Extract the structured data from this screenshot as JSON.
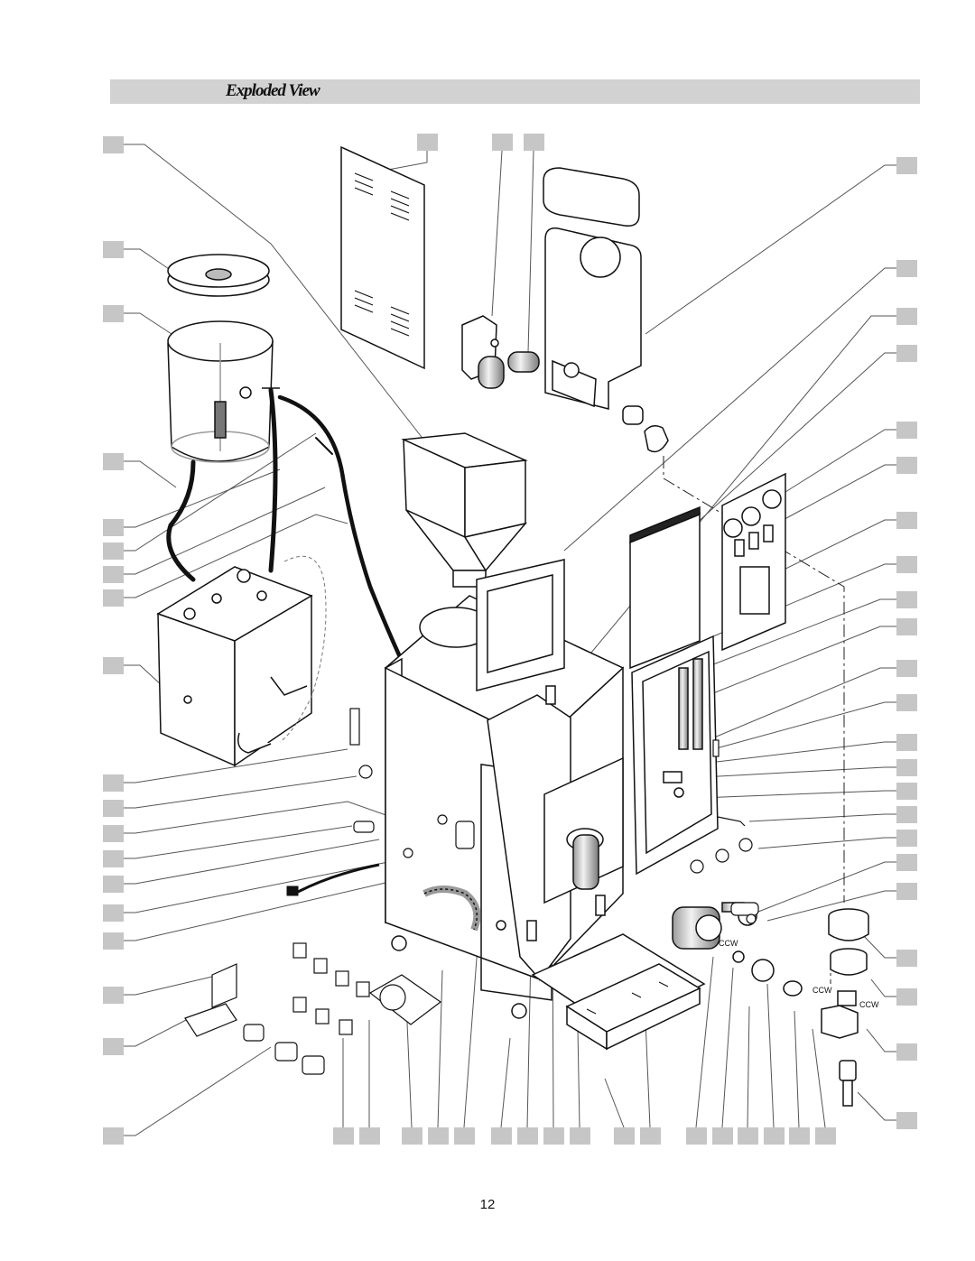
{
  "header": {
    "title": "Exploded View"
  },
  "diagram": {
    "rotation_labels": [
      "CCW",
      "CCW",
      "CCW"
    ]
  },
  "footer": {
    "page_number": "12"
  }
}
